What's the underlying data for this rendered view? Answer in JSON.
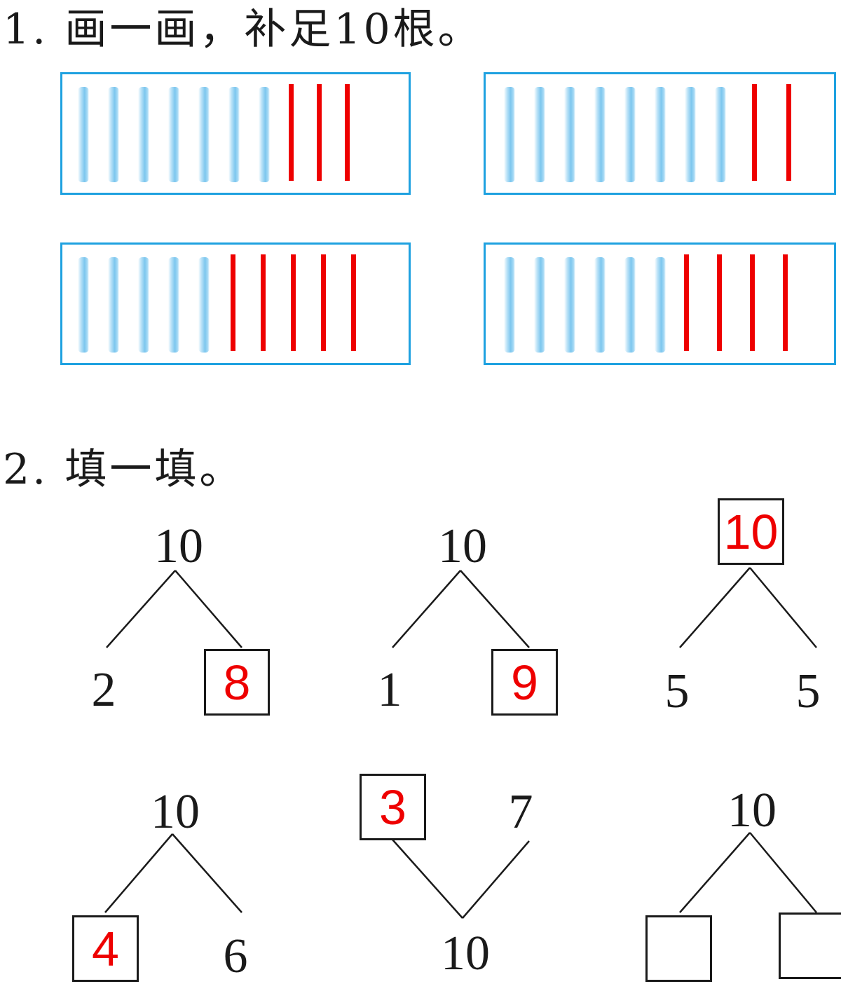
{
  "section1": {
    "heading": "1. 画一画，补足10根。",
    "boxes": [
      {
        "given": 7,
        "drawn": 3
      },
      {
        "given": 8,
        "drawn": 2
      },
      {
        "given": 5,
        "drawn": 5
      },
      {
        "given": 6,
        "drawn": 4
      }
    ]
  },
  "section2": {
    "heading": "2. 填一填。",
    "trees": [
      {
        "top": "10",
        "left": "2",
        "right": "8",
        "answer_slots": [
          "right"
        ]
      },
      {
        "top": "10",
        "left": "1",
        "right": "9",
        "answer_slots": [
          "right"
        ]
      },
      {
        "top": "10",
        "left": "5",
        "right": "5",
        "answer_slots": [
          "top"
        ]
      },
      {
        "top": "10",
        "left": "4",
        "right": "6",
        "answer_slots": [
          "left"
        ]
      },
      {
        "bottom": "10",
        "left": "3",
        "right": "7",
        "answer_slots": [
          "left"
        ]
      },
      {
        "top": "10",
        "left": "",
        "right": "",
        "answer_slots": [
          "left",
          "right"
        ]
      }
    ]
  },
  "colors": {
    "box_border": "#1ea1e0",
    "answer": "#ee0000",
    "stick": "#7cc6ee"
  }
}
